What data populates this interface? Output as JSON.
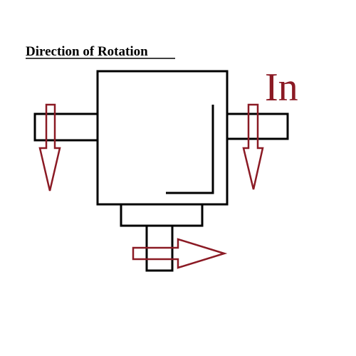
{
  "title": "Direction of Rotation",
  "label": "In",
  "colors": {
    "outline": "#000000",
    "arrow": "#8b1a24",
    "background": "#ffffff"
  },
  "arrows": [
    {
      "name": "left-shaft-arrow",
      "direction": "down"
    },
    {
      "name": "right-shaft-arrow",
      "direction": "down"
    },
    {
      "name": "bottom-shaft-arrow",
      "direction": "right"
    }
  ]
}
